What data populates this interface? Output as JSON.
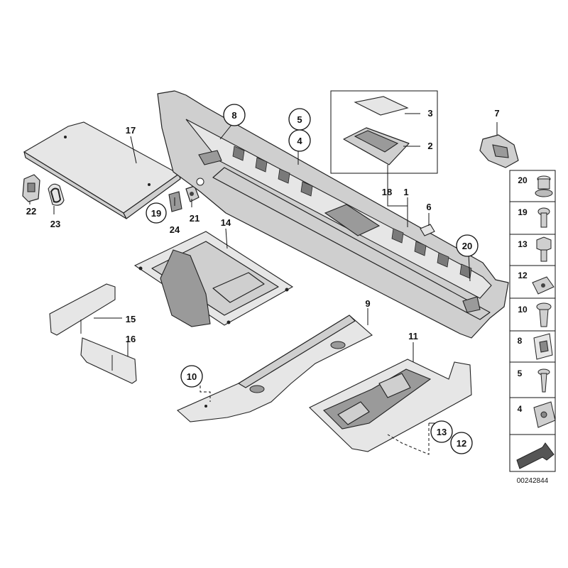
{
  "callouts": {
    "c1": "1",
    "c2": "2",
    "c3": "3",
    "c4": "4",
    "c5": "5",
    "c6": "6",
    "c7": "7",
    "c8": "8",
    "c9": "9",
    "c10": "10",
    "c11": "11",
    "c12": "12",
    "c13": "13",
    "c14": "14",
    "c15": "15",
    "c16": "16",
    "c17": "17",
    "c18": "18",
    "c19": "19",
    "c20": "20",
    "c21": "21",
    "c22": "22",
    "c23": "23",
    "c24": "24"
  },
  "legend": {
    "items": [
      "20",
      "19",
      "13",
      "12",
      "10",
      "8",
      "5",
      "4"
    ]
  },
  "document_number": "00242844"
}
